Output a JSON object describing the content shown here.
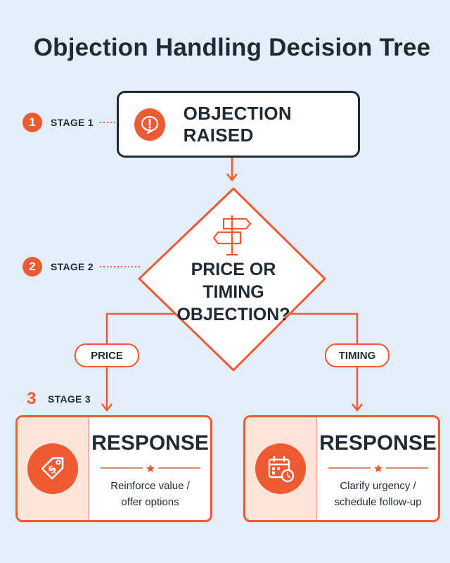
{
  "title": "Objection Handling Decision Tree",
  "colors": {
    "accent": "#ee5a32",
    "ink": "#1f2a33",
    "background": "#e3eefa"
  },
  "stages": [
    {
      "number": "1",
      "label": "STAGE 1"
    },
    {
      "number": "2",
      "label": "STAGE 2"
    },
    {
      "number": "3",
      "label": "STAGE 3"
    }
  ],
  "start_node": {
    "text": "OBJECTION RAISED",
    "icon": "alert-speech-bubble-icon"
  },
  "decision_node": {
    "lines": [
      "PRICE OR",
      "TIMING",
      "OBJECTION?"
    ],
    "icon": "signpost-icon"
  },
  "branches": [
    {
      "label": "PRICE",
      "response": {
        "heading": "RESPONSE",
        "lines": [
          "Reinforce value /",
          "offer options"
        ],
        "icon": "price-tag-icon"
      }
    },
    {
      "label": "TIMING",
      "response": {
        "heading": "RESPONSE",
        "lines": [
          "Clarify urgency /",
          "schedule follow-up"
        ],
        "icon": "calendar-clock-icon"
      }
    }
  ]
}
